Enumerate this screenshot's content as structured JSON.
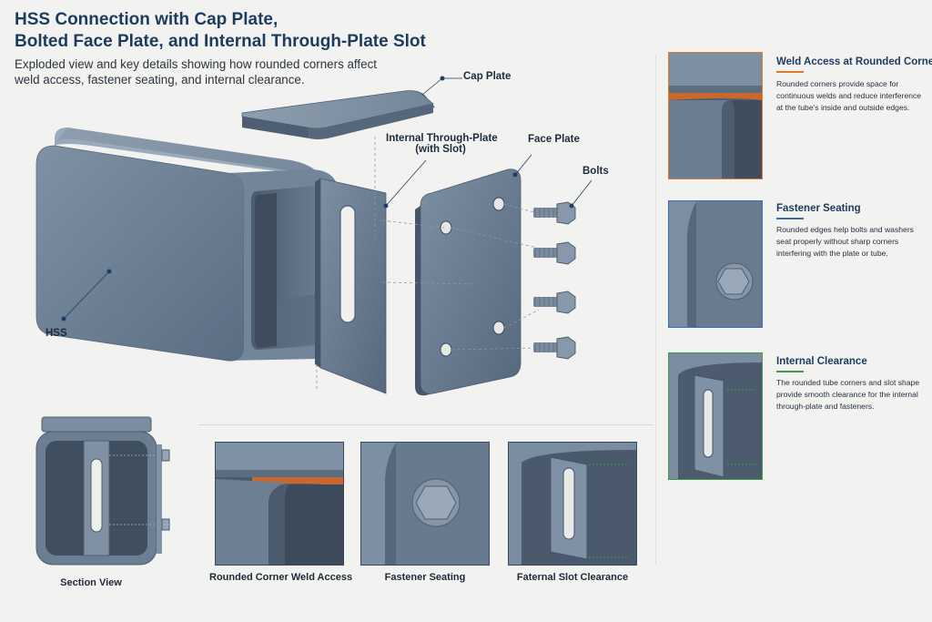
{
  "title": {
    "line1": "HSS Connection with Cap Plate,",
    "line2": "Bolted Face Plate, and Internal Through-Plate Slot"
  },
  "subtitle": "Exploded view and key details showing how rounded corners affect weld access, fastener seating, and internal clearance.",
  "callouts": {
    "cap_plate": "Cap Plate",
    "through_plate_line1": "Internal Through-Plate",
    "through_plate_line2": "(with Slot)",
    "face_plate": "Face Plate",
    "bolts": "Bolts",
    "hss": "HSS"
  },
  "details": [
    {
      "title": "Weld Access at Rounded Corners",
      "description": "Rounded corners provide space for continuous welds and reduce interference at the tube's inside and outside edges.",
      "accent": "#e07a2a"
    },
    {
      "title": "Fastener Seating",
      "description": "Rounded edges help bolts and washers seat properly without sharp corners interfering with the plate or tube.",
      "accent": "#3a6db5"
    },
    {
      "title": "Internal Clearance",
      "description": "The rounded tube corners and slot shape provide smooth clearance for the internal through-plate and fasteners.",
      "accent": "#3f9a4a"
    }
  ],
  "captions": {
    "section_view": "Section View",
    "weld_access": "Rounded Corner Weld Access",
    "fastener_seating": "Fastener Seating",
    "slot_clearance": "Faternal Slot Clearance"
  },
  "colors": {
    "steel_light": "#8393a3",
    "steel_mid": "#66788a",
    "steel_dark": "#46566a",
    "weld": "#c9682e",
    "label": "#1e3e66"
  }
}
